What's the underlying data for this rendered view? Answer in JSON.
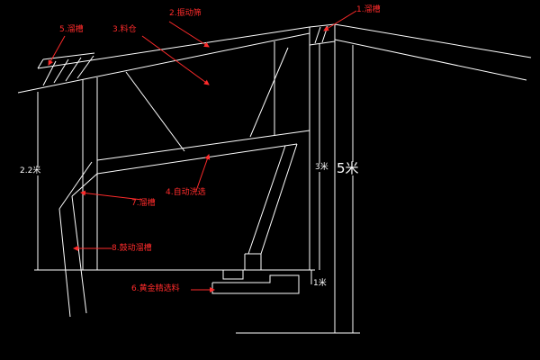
{
  "diagram": {
    "labels": [
      {
        "id": "chute-1",
        "text": "1.溜槽"
      },
      {
        "id": "vibrating-screen",
        "text": "2.振动筛"
      },
      {
        "id": "hopper",
        "text": "3.料仓"
      },
      {
        "id": "auto-sorter",
        "text": "4.自动洗选"
      },
      {
        "id": "chute-5",
        "text": "5.溜槽"
      },
      {
        "id": "gold-concentrate",
        "text": "6.黄金精选料"
      },
      {
        "id": "chute-7",
        "text": "7.溜槽"
      },
      {
        "id": "shaking-chute",
        "text": "8.鼓动溜槽"
      }
    ],
    "dimensions": [
      {
        "id": "dim-2-2m",
        "text": "2.2米"
      },
      {
        "id": "dim-3m",
        "text": "3米"
      },
      {
        "id": "dim-5m",
        "text": "5米"
      },
      {
        "id": "dim-1m",
        "text": "1米"
      }
    ],
    "colors": {
      "background": "#000000",
      "lines": "#ffffff",
      "labels": "#ff2b2b"
    }
  }
}
